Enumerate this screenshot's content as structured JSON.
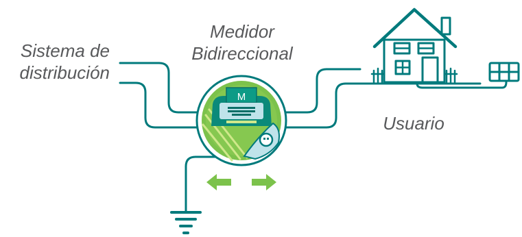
{
  "labels": {
    "distribution": [
      "Sistema de",
      "distribución"
    ],
    "meter": [
      "Medidor",
      "Bidireccional"
    ],
    "user": "Usuario"
  },
  "meter_face": {
    "letter": "M"
  },
  "colors": {
    "line": "#007a7c",
    "meter_ring": "#0b8a7a",
    "meter_fill": "#7cc24b",
    "meter_light": "#cfe88a",
    "display_top": "#0d9b86",
    "panel_water": "#bfe3ea",
    "arrow": "#7cc24b",
    "house": "#007a7c",
    "label_text": "#58595b"
  },
  "icons": [
    "house-icon",
    "solar-panel-icon",
    "ground-symbol-icon",
    "arrow-left-icon",
    "arrow-right-icon"
  ]
}
